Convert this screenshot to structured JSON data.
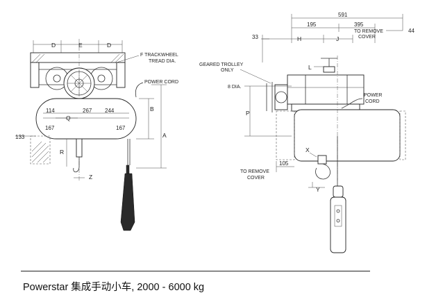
{
  "caption": "Powerstar 集成手动小车, 2000 - 6000 kg",
  "front_view": {
    "labels": {
      "d_left": "D",
      "e": "E",
      "d_right": "D",
      "trackwheel_1": "F TRACKWHEEL",
      "trackwheel_2": "TREAD DIA.",
      "power_cord": "POWER CORD",
      "b": "B",
      "a": "A",
      "q": "Q",
      "r": "R",
      "z": "Z"
    },
    "dimensions": {
      "d114": "114",
      "d267": "267",
      "d244": "244",
      "d167_left": "167",
      "d167_right": "167",
      "d133": "133"
    }
  },
  "side_view": {
    "labels": {
      "h": "H",
      "j": "J",
      "l": "L",
      "p": "P",
      "x": "X",
      "y": "Y",
      "geared_1": "GEARED TROLLEY",
      "geared_2": "ONLY",
      "dia_8": "8 DIA.",
      "power_1": "POWER",
      "power_2": "CORD",
      "remove_top_1": "TO REMOVE",
      "remove_top_2": "COVER",
      "remove_bot_1": "TO REMOVE",
      "remove_bot_2": "COVER"
    },
    "dimensions": {
      "d591": "591",
      "d195": "195",
      "d395": "395",
      "d44": "44",
      "d33": "33",
      "d105": "105"
    }
  }
}
